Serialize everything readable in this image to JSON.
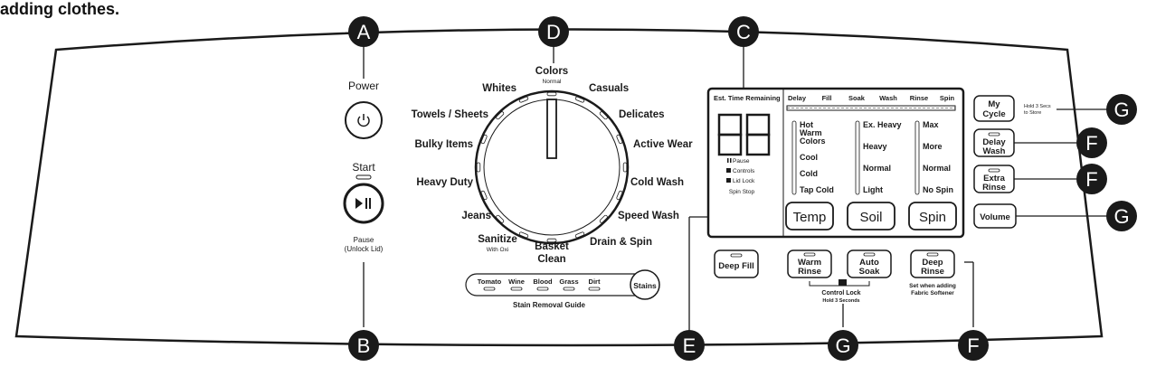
{
  "caption": "adding clothes.",
  "callouts": {
    "a_top": "A",
    "d_top": "D",
    "c_top": "C",
    "b_bottom": "B",
    "e_bottom": "E",
    "g_bottom": "G",
    "f_bottom": "F",
    "g_mycycle": "G",
    "f_delay": "F",
    "f_extra": "F",
    "g_volume": "G"
  },
  "power": {
    "label": "Power"
  },
  "start": {
    "label": "Start",
    "sub1": "Pause",
    "sub2": "(Unlock Lid)"
  },
  "dial": {
    "colors": "Colors",
    "normal": "Normal",
    "casuals": "Casuals",
    "delicates": "Delicates",
    "active_wear": "Active Wear",
    "cold_wash": "Cold Wash",
    "speed_wash": "Speed Wash",
    "drain_spin": "Drain & Spin",
    "basket_clean_1": "Basket",
    "basket_clean_2": "Clean",
    "sanitize": "Sanitize",
    "sanitize_sub": "With Oxi",
    "jeans": "Jeans",
    "heavy_duty": "Heavy Duty",
    "bulky_items": "Bulky Items",
    "towels_sheets": "Towels / Sheets",
    "whites": "Whites"
  },
  "stains": {
    "items": [
      "Tomato",
      "Wine",
      "Blood",
      "Grass",
      "Dirt"
    ],
    "button": "Stains",
    "guide": "Stain Removal Guide"
  },
  "display": {
    "est_time": "Est. Time Remaining",
    "digits": "88",
    "pause": "Pause",
    "controls": "Controls",
    "lid_lock": "Lid Lock",
    "spin_stop": "Spin Stop",
    "stages": [
      "Delay",
      "Fill",
      "Soak",
      "Wash",
      "Rinse",
      "Spin"
    ]
  },
  "temp": {
    "options": [
      "Hot",
      "Warm",
      "Colors",
      "Cool",
      "Cold",
      "Tap Cold"
    ],
    "button": "Temp"
  },
  "soil": {
    "options": [
      "Ex. Heavy",
      "Heavy",
      "Normal",
      "Light"
    ],
    "button": "Soil"
  },
  "spin": {
    "options": [
      "Max",
      "More",
      "Normal",
      "No Spin"
    ],
    "button": "Spin"
  },
  "side_buttons": {
    "my_cycle_1": "My",
    "my_cycle_2": "Cycle",
    "my_cycle_note_1": "Hold 3 Secs",
    "my_cycle_note_2": "to Store",
    "delay_1": "Delay",
    "delay_2": "Wash",
    "extra_1": "Extra",
    "extra_2": "Rinse",
    "volume": "Volume"
  },
  "bottom_buttons": {
    "deep_fill": "Deep Fill",
    "warm_rinse_1": "Warm",
    "warm_rinse_2": "Rinse",
    "auto_soak_1": "Auto",
    "auto_soak_2": "Soak",
    "deep_rinse_1": "Deep",
    "deep_rinse_2": "Rinse",
    "control_lock": "Control Lock",
    "control_lock_sub": "Hold 3 Seconds",
    "softener_1": "Set when adding",
    "softener_2": "Fabric Softener"
  }
}
